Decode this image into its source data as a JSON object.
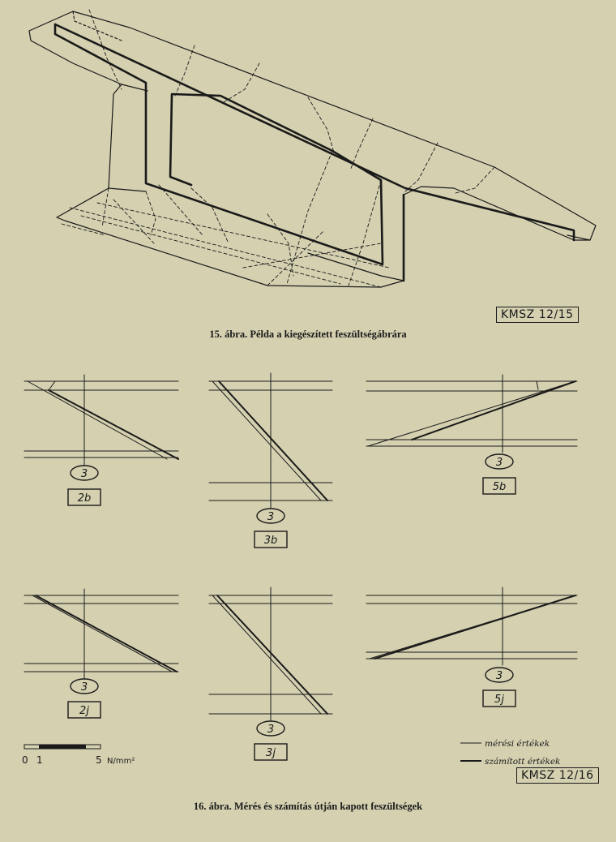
{
  "figure15": {
    "caption": "15. ábra. Példa a kiegészített feszültségábrára",
    "stamp": "KMSZ 12/15"
  },
  "figure16": {
    "caption": "16. ábra. Mérés és számítás útján kapott feszültségek",
    "stamp": "KMSZ 12/16",
    "panels": [
      {
        "section": "3",
        "label": "2b"
      },
      {
        "section": "3",
        "label": "3b"
      },
      {
        "section": "3",
        "label": "5b"
      },
      {
        "section": "3",
        "label": "2j"
      },
      {
        "section": "3",
        "label": "3j"
      },
      {
        "section": "3",
        "label": "5j"
      }
    ],
    "scale": {
      "tick_0": "0",
      "tick_1": "1",
      "tick_5": "5",
      "unit": "N/mm²"
    },
    "legend": {
      "measured": "mérési értékek",
      "calculated": "számított értékek"
    }
  }
}
